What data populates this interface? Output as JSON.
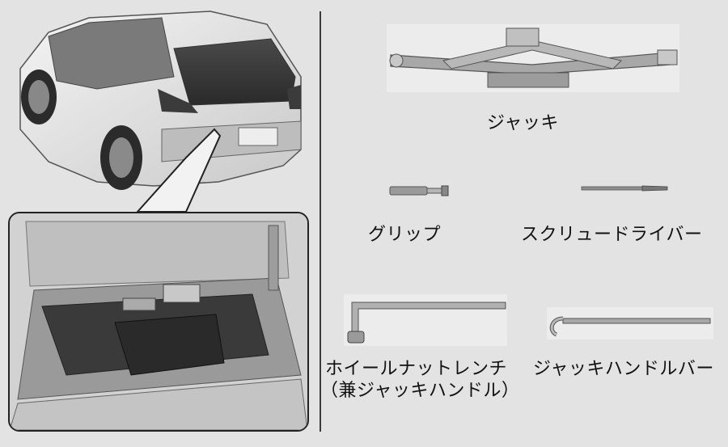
{
  "labels": {
    "jack": "ジャッキ",
    "grip": "グリップ",
    "screwdriver": "スクリュードライバー",
    "wrench_line1": "ホイールナットレンチ",
    "wrench_line2": "（兼ジャッキハンドル）",
    "jack_handle_bar": "ジャッキハンドルバー"
  },
  "colors": {
    "background": "#e3e3e3",
    "divider": "#3a3a3a",
    "inset_border": "#222222"
  }
}
